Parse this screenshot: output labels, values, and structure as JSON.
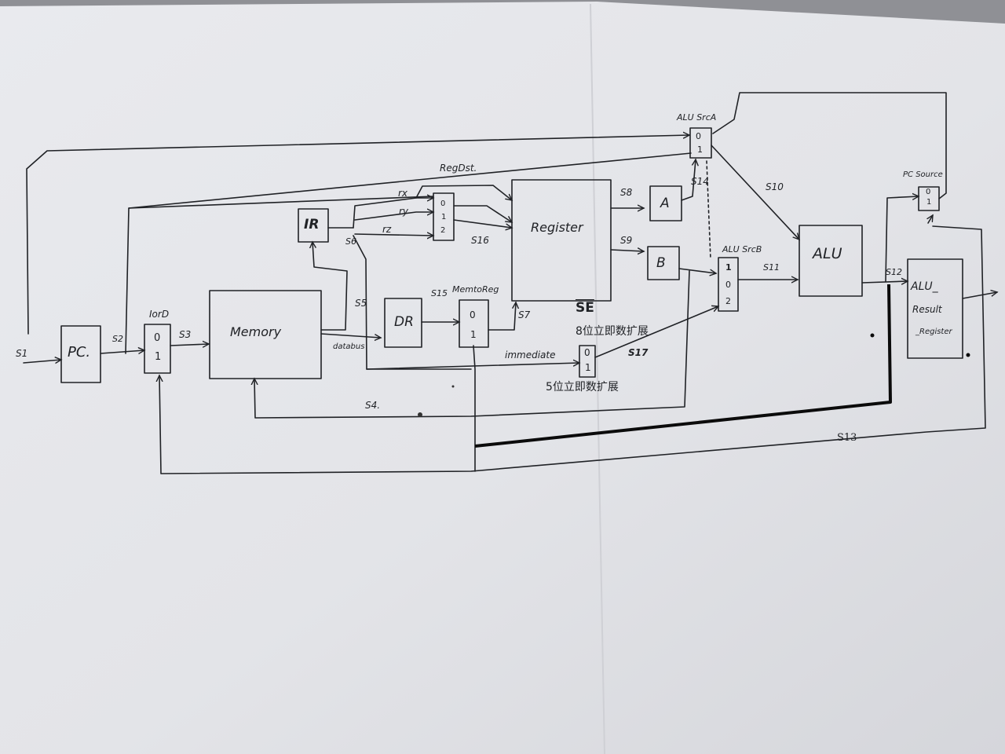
{
  "diagram": {
    "blocks": {
      "pc": "PC.",
      "ir": "IR",
      "memory": "Memory",
      "dr": "DR",
      "register": "Register",
      "a": "A",
      "b": "B",
      "alu": "ALU",
      "alu_result_1": "ALU_",
      "alu_result_2": "Result",
      "alu_result_3": "_Register"
    },
    "muxes": {
      "iord": "IorD",
      "memtoreg": "MemtoReg",
      "alusrca": "ALU SrcA",
      "alusrcb": "ALU SrcB",
      "pcsource": "PC Source",
      "se": "SE"
    },
    "mux_inputs": {
      "iord": [
        "0",
        "1"
      ],
      "regdst": [
        "0",
        "1",
        "2"
      ],
      "memtoreg": [
        "0",
        "1"
      ],
      "alusrca": [
        "0",
        "1"
      ],
      "alusrcb": [
        "1",
        "0",
        "2"
      ],
      "pcsource": [
        "0",
        "1"
      ],
      "se": [
        "0",
        "1"
      ]
    },
    "signals": {
      "s1": "S1",
      "s2": "S2",
      "s3": "S3",
      "s4": "S4.",
      "s5": "S5",
      "s6": "S6",
      "s7": "S7",
      "s8": "S8",
      "s9": "S9",
      "s10": "S10",
      "s11": "S11",
      "s12": "S12",
      "s13": "S13",
      "s14": "S14",
      "s15": "S15",
      "s16": "S16",
      "s17": "S17"
    },
    "wires": {
      "regdst": "RegDst.",
      "rx": "rx",
      "ry": "ry",
      "rz": "rz",
      "databus": "databus",
      "immediate": "immediate"
    },
    "notes": {
      "se_top": "8位立即数扩展",
      "se_bottom": "5位立即数扩展"
    }
  },
  "colors": {
    "paper": "#e4e5e9",
    "ink": "#202226",
    "marker": "#0b0b0b"
  }
}
